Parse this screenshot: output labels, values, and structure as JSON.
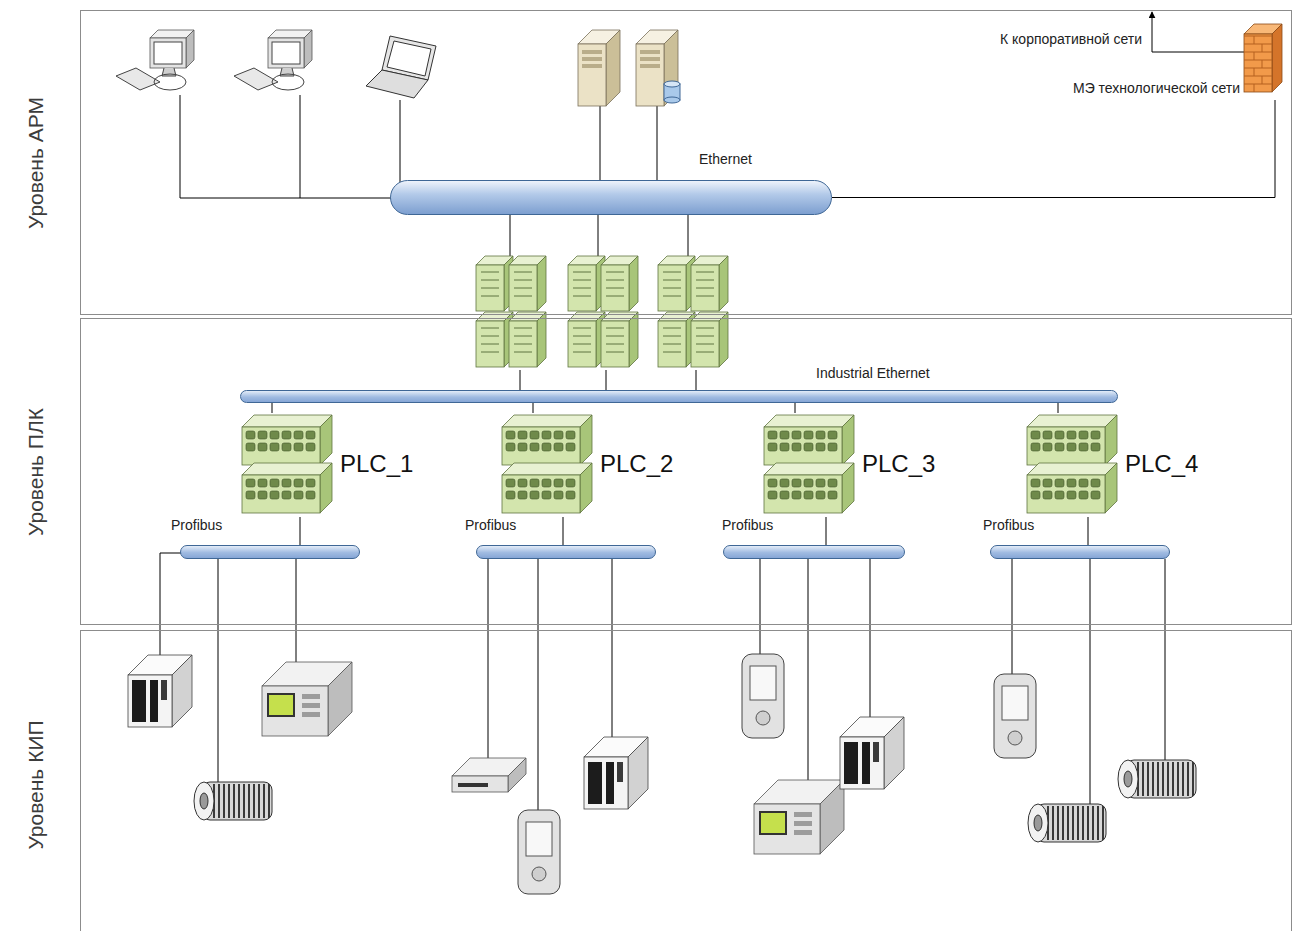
{
  "diagram": {
    "nodes": [
      {
        "text": [
          "Уровень АРМ"
        ]
      },
      {
        "text": [
          "Ethernet"
        ],
        "in": 0
      },
      {
        "text": [
          "МЭ технологической сети"
        ],
        "in": 0
      },
      {
        "text": [
          "Уровень ПЛК"
        ]
      },
      {
        "text": [
          "Industrial Ethernet"
        ],
        "in": 3
      },
      {
        "text": [
          "PLC_1"
        ],
        "in": 3
      },
      {
        "text": [
          "Profibus"
        ],
        "in": 3
      },
      {
        "text": [
          "PLC_2"
        ],
        "in": 3
      },
      {
        "text": [
          "Profibus"
        ],
        "in": 3
      },
      {
        "text": [
          "PLC_3"
        ],
        "in": 3
      },
      {
        "text": [
          "Profibus"
        ],
        "in": 3
      },
      {
        "text": [
          "PLC_4"
        ],
        "in": 3
      },
      {
        "text": [
          "Profibus"
        ],
        "in": 3
      },
      {
        "text": [
          "Уровень КИП"
        ]
      }
    ],
    "edges": [
      {
        "from": 2,
        "to": 1,
        "arrow": "none"
      },
      {
        "from": 5,
        "to": 4,
        "arrow": "none"
      },
      {
        "from": 5,
        "to": 6,
        "arrow": "none"
      },
      {
        "from": 7,
        "to": 4,
        "arrow": "none"
      },
      {
        "from": 7,
        "to": 8,
        "arrow": "none"
      },
      {
        "from": 9,
        "to": 4,
        "arrow": "none"
      },
      {
        "from": 9,
        "to": 10,
        "arrow": "none"
      },
      {
        "from": 11,
        "to": 4,
        "arrow": "none"
      },
      {
        "from": 11,
        "to": 12,
        "arrow": "none"
      }
    ],
    "labels": [
      "К корпоративной сети"
    ]
  }
}
